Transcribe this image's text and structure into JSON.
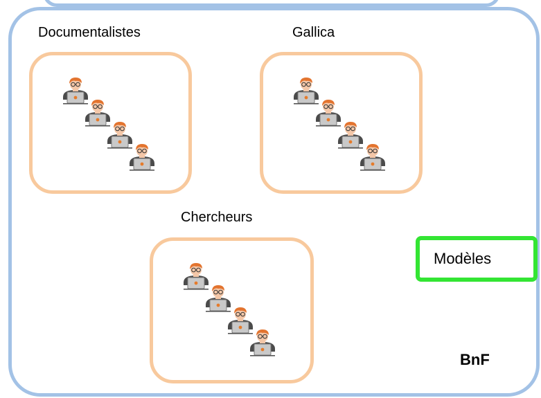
{
  "groups": {
    "documentalistes": {
      "title": "Documentalistes",
      "icon": "user-laptop-icon"
    },
    "gallica": {
      "title": "Gallica",
      "icon": "user-laptop-icon"
    },
    "chercheurs": {
      "title": "Chercheurs",
      "icon": "user-laptop-icon"
    }
  },
  "modeles_label": "Modèles",
  "organization": "BnF",
  "colors": {
    "outer_border": "#a3c2e6",
    "group_border": "#f8c99d",
    "modeles_border": "#33e533",
    "hair": "#e3742f",
    "laptop": "#c9c9c9",
    "laptop_dot": "#e57b2b"
  }
}
